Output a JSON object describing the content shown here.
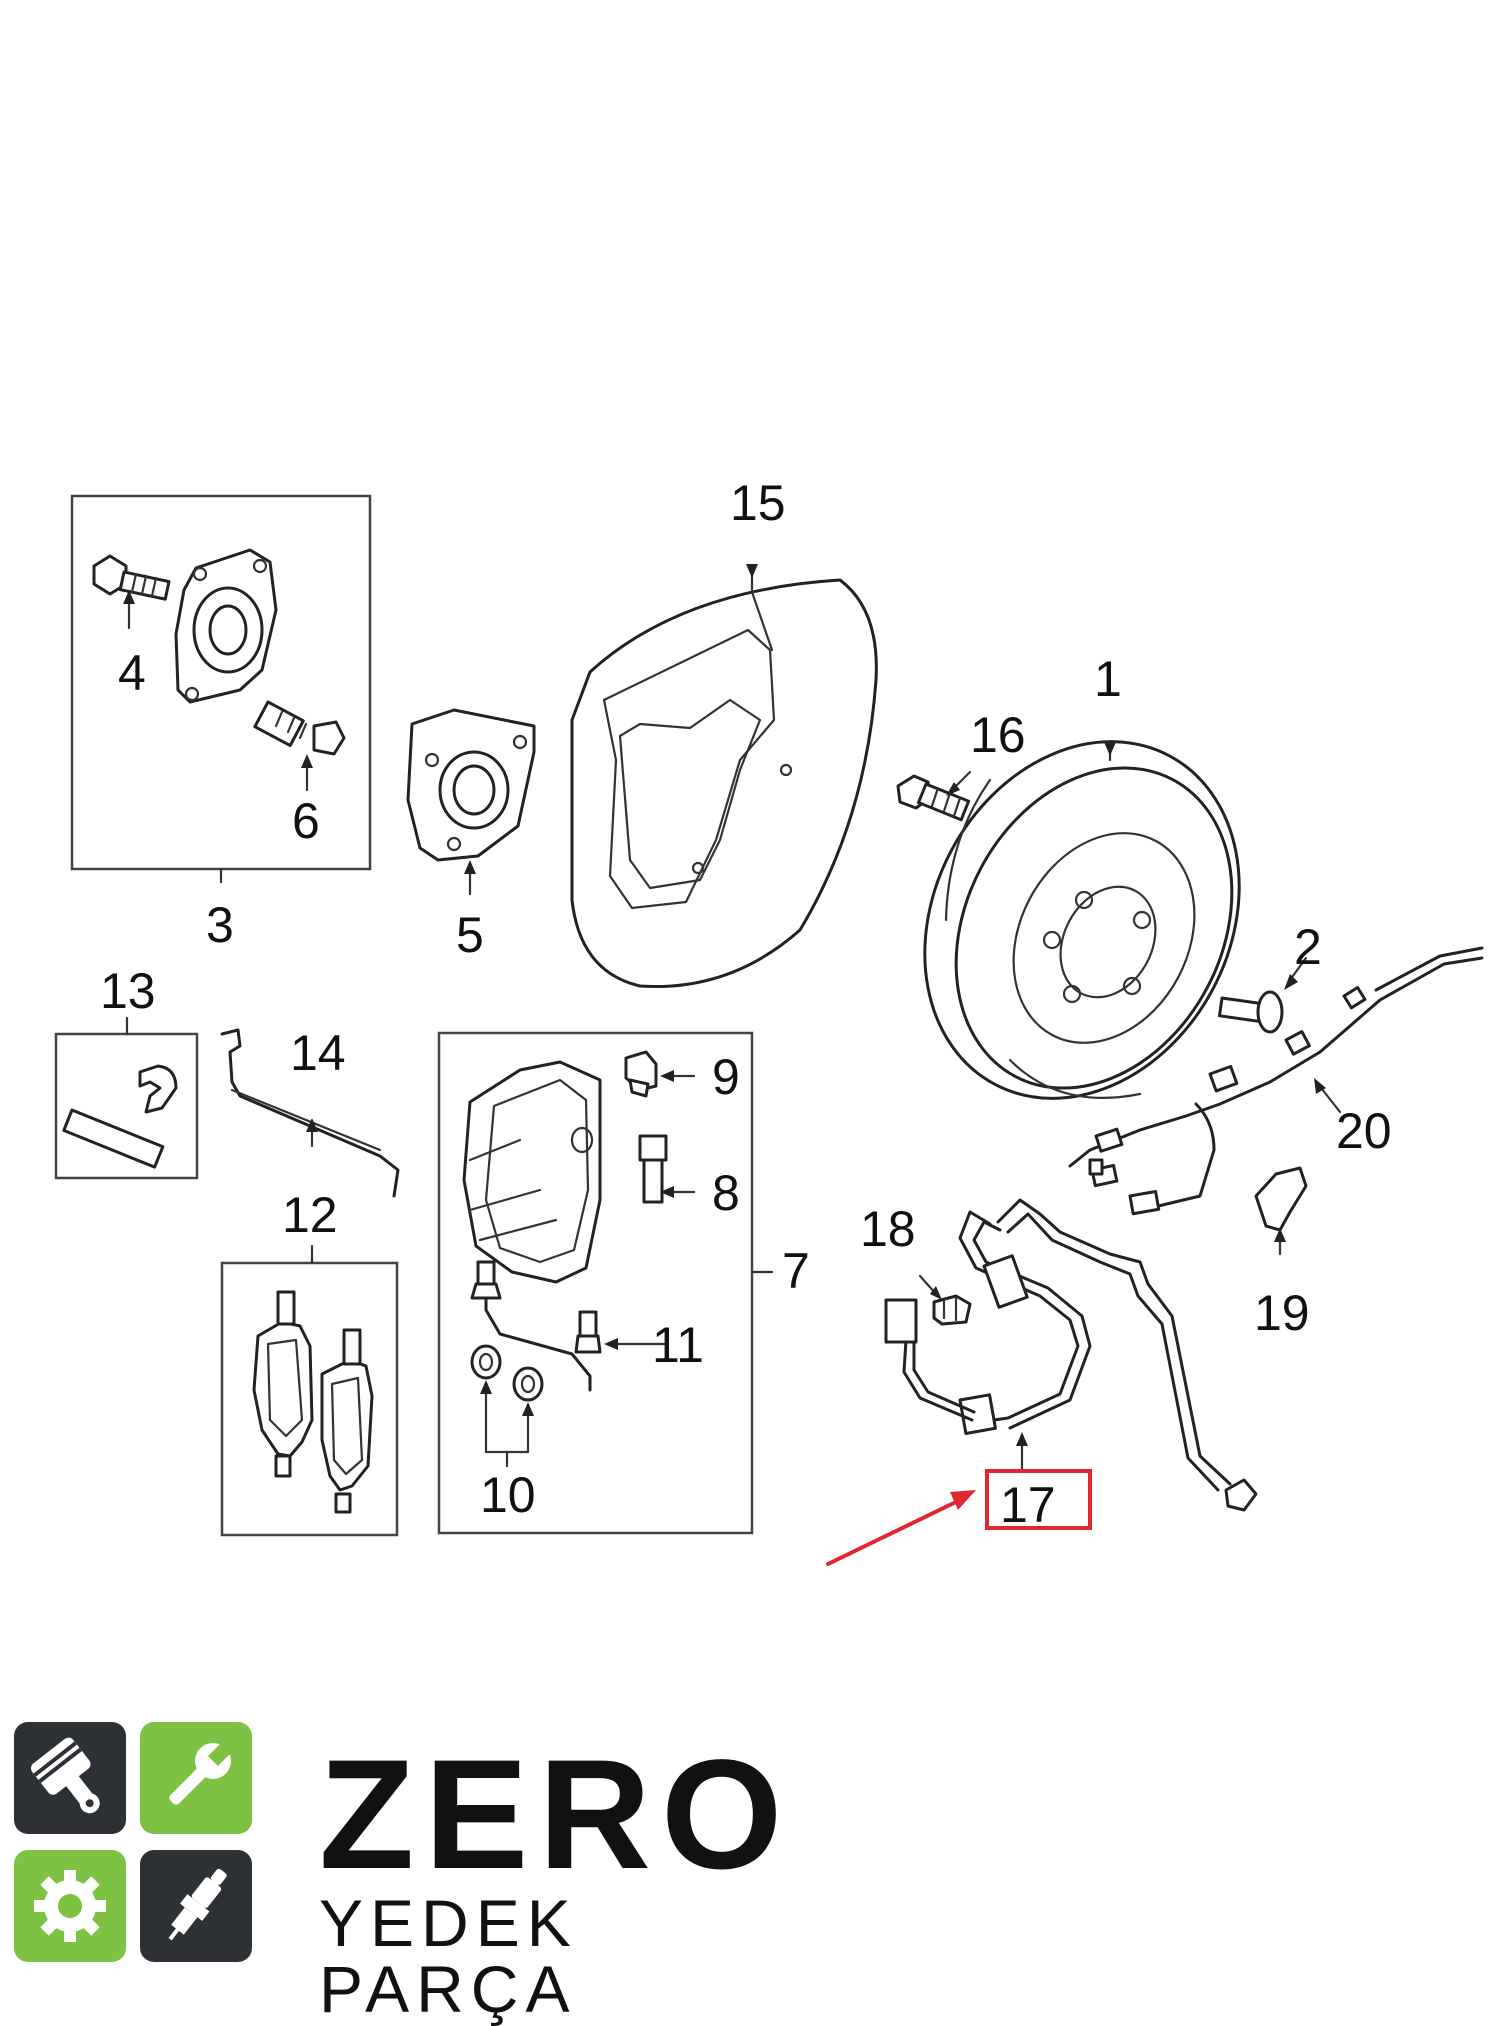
{
  "diagram": {
    "callouts": [
      "1",
      "2",
      "3",
      "4",
      "5",
      "6",
      "7",
      "8",
      "9",
      "10",
      "11",
      "12",
      "13",
      "14",
      "15",
      "16",
      "17",
      "18",
      "19",
      "20"
    ],
    "highlight": {
      "part": "17",
      "color": "#e0262e"
    }
  },
  "brand": {
    "name": "ZERO",
    "subtitle": "YEDEK PARÇA",
    "icons": [
      "piston-icon",
      "wrench-icon",
      "gear-icon",
      "spark-plug-icon"
    ],
    "colors": {
      "dark": "#2d3035",
      "green": "#7dc242"
    }
  }
}
